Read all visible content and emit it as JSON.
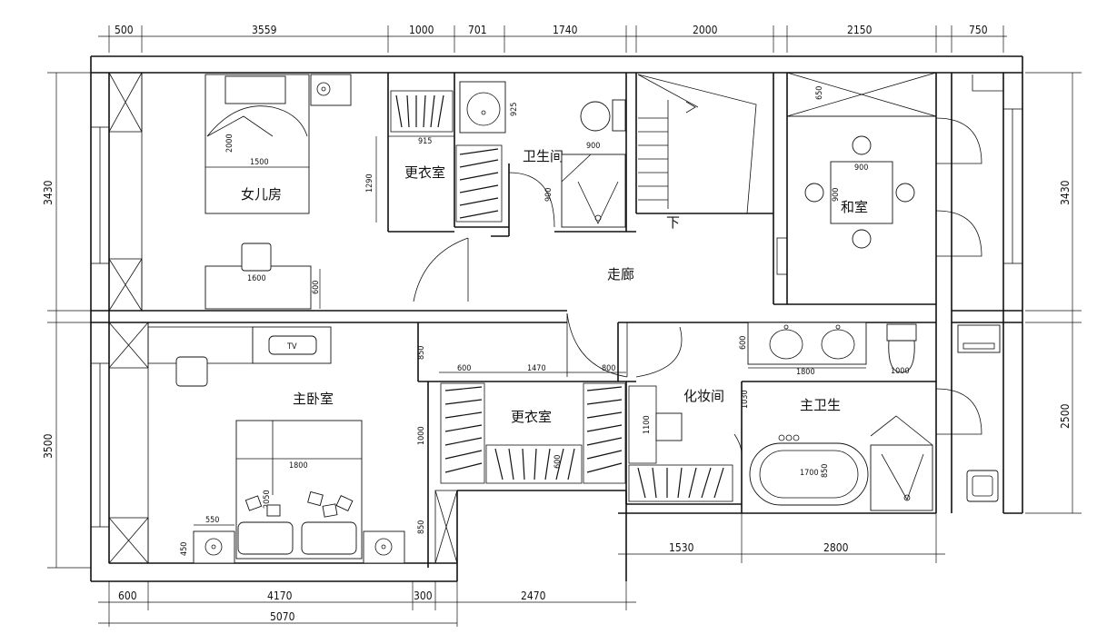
{
  "rooms": {
    "daughter_room": "女儿房",
    "walkin_closet_1": "更衣室",
    "bathroom": "卫生间",
    "corridor": "走廊",
    "japanese_room": "和室",
    "master_bedroom": "主卧室",
    "walkin_closet_2": "更衣室",
    "dressing_room": "化妆间",
    "master_bathroom": "主卫生"
  },
  "dims_top": [
    "500",
    "3559",
    "1000",
    "701",
    "1740",
    "2000",
    "2150",
    "750"
  ],
  "dims_bottom": [
    "600",
    "4170",
    "300",
    "2470"
  ],
  "dim_bottom_total": "5070",
  "dims_bottom_right": [
    "1530",
    "2800"
  ],
  "dims_left": [
    "3430",
    "3500"
  ],
  "dims_right": [
    "3430",
    "2500"
  ],
  "inner_dims": {
    "bed1_len": "2000",
    "bed1_w": "1500",
    "closet1_w": "915",
    "closet1_h": "1290",
    "sink1": "925",
    "shower1_w": "900",
    "shower1_h": "900",
    "desk_w": "1600",
    "desk_h": "600",
    "table_w": "900",
    "table_h": "900",
    "cab_h": "650",
    "m_850a": "850",
    "m_600": "600",
    "m_1470": "1470",
    "m_800": "800",
    "m_1000": "1000",
    "m_600b": "600",
    "m_1100": "1100",
    "m_850b": "850",
    "bed2_w": "1800",
    "bed2_len": "2050",
    "nightstand": "550",
    "m_450": "450",
    "vanity_depth": "600",
    "vanity_len": "1800",
    "wc": "1000",
    "m_1030": "1030",
    "tub_len": "1700",
    "tub_w": "850"
  },
  "labels": {
    "stair_down": "下",
    "tv_label": "TV"
  }
}
